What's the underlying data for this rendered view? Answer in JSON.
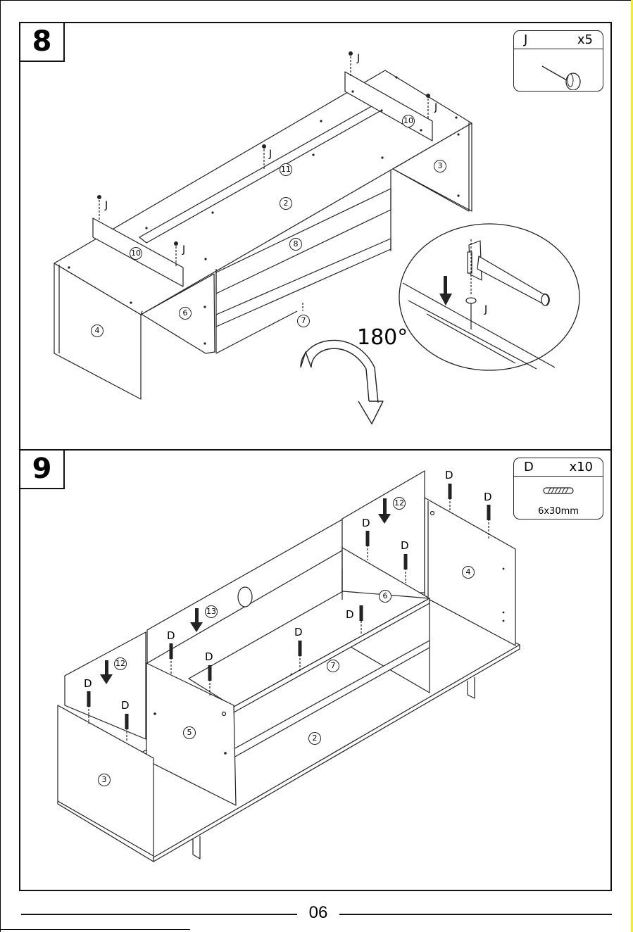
{
  "page": {
    "number": "06"
  },
  "steps": [
    {
      "number": "8",
      "hardware": {
        "code": "J",
        "qty": "x5",
        "icon": "nail-icon"
      },
      "rotation": "180°",
      "hardware_labels": [
        "J",
        "J",
        "J",
        "J",
        "J"
      ],
      "detail_label": "J",
      "parts": [
        "4",
        "10",
        "10",
        "11",
        "2",
        "8",
        "3",
        "6",
        "7"
      ]
    },
    {
      "number": "9",
      "hardware": {
        "code": "D",
        "qty": "x10",
        "size": "6x30mm",
        "icon": "dowel-icon"
      },
      "dowel_labels": [
        "D",
        "D",
        "D",
        "D",
        "D",
        "D",
        "D",
        "D",
        "D",
        "D"
      ],
      "parts": [
        "12",
        "12",
        "13",
        "4",
        "6",
        "7",
        "5",
        "2",
        "3"
      ]
    }
  ]
}
